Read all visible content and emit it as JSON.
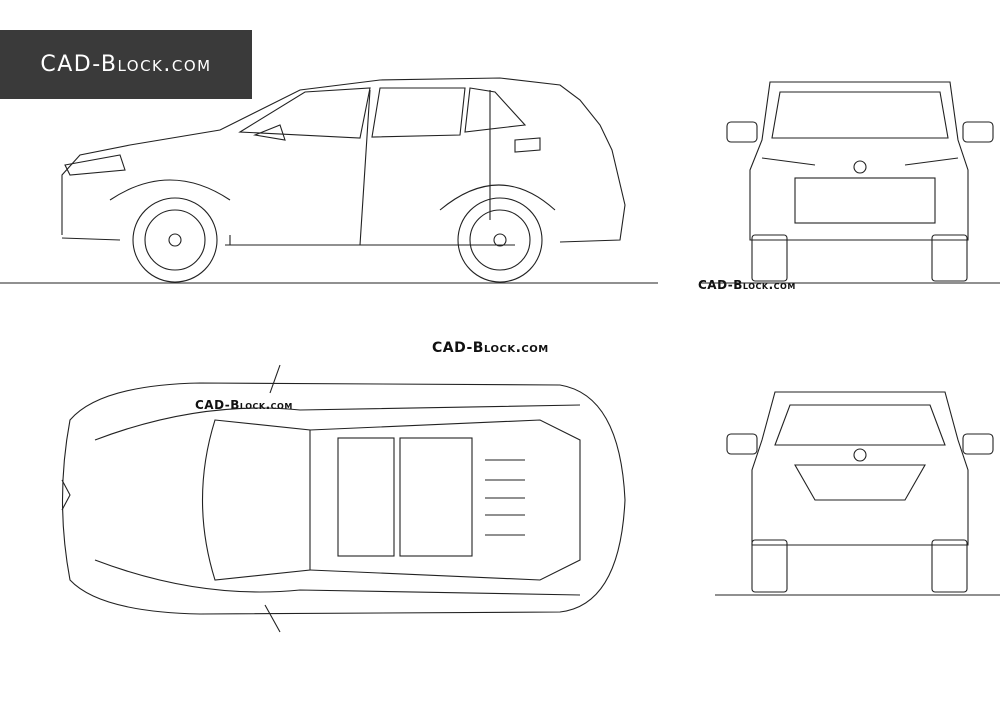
{
  "logo": {
    "text": "CAD-Block.com"
  },
  "watermarks": [
    "CAD-Block.com",
    "CAD-Block.com",
    "CAD-Block.com"
  ],
  "views": [
    "side",
    "front",
    "top",
    "rear"
  ]
}
